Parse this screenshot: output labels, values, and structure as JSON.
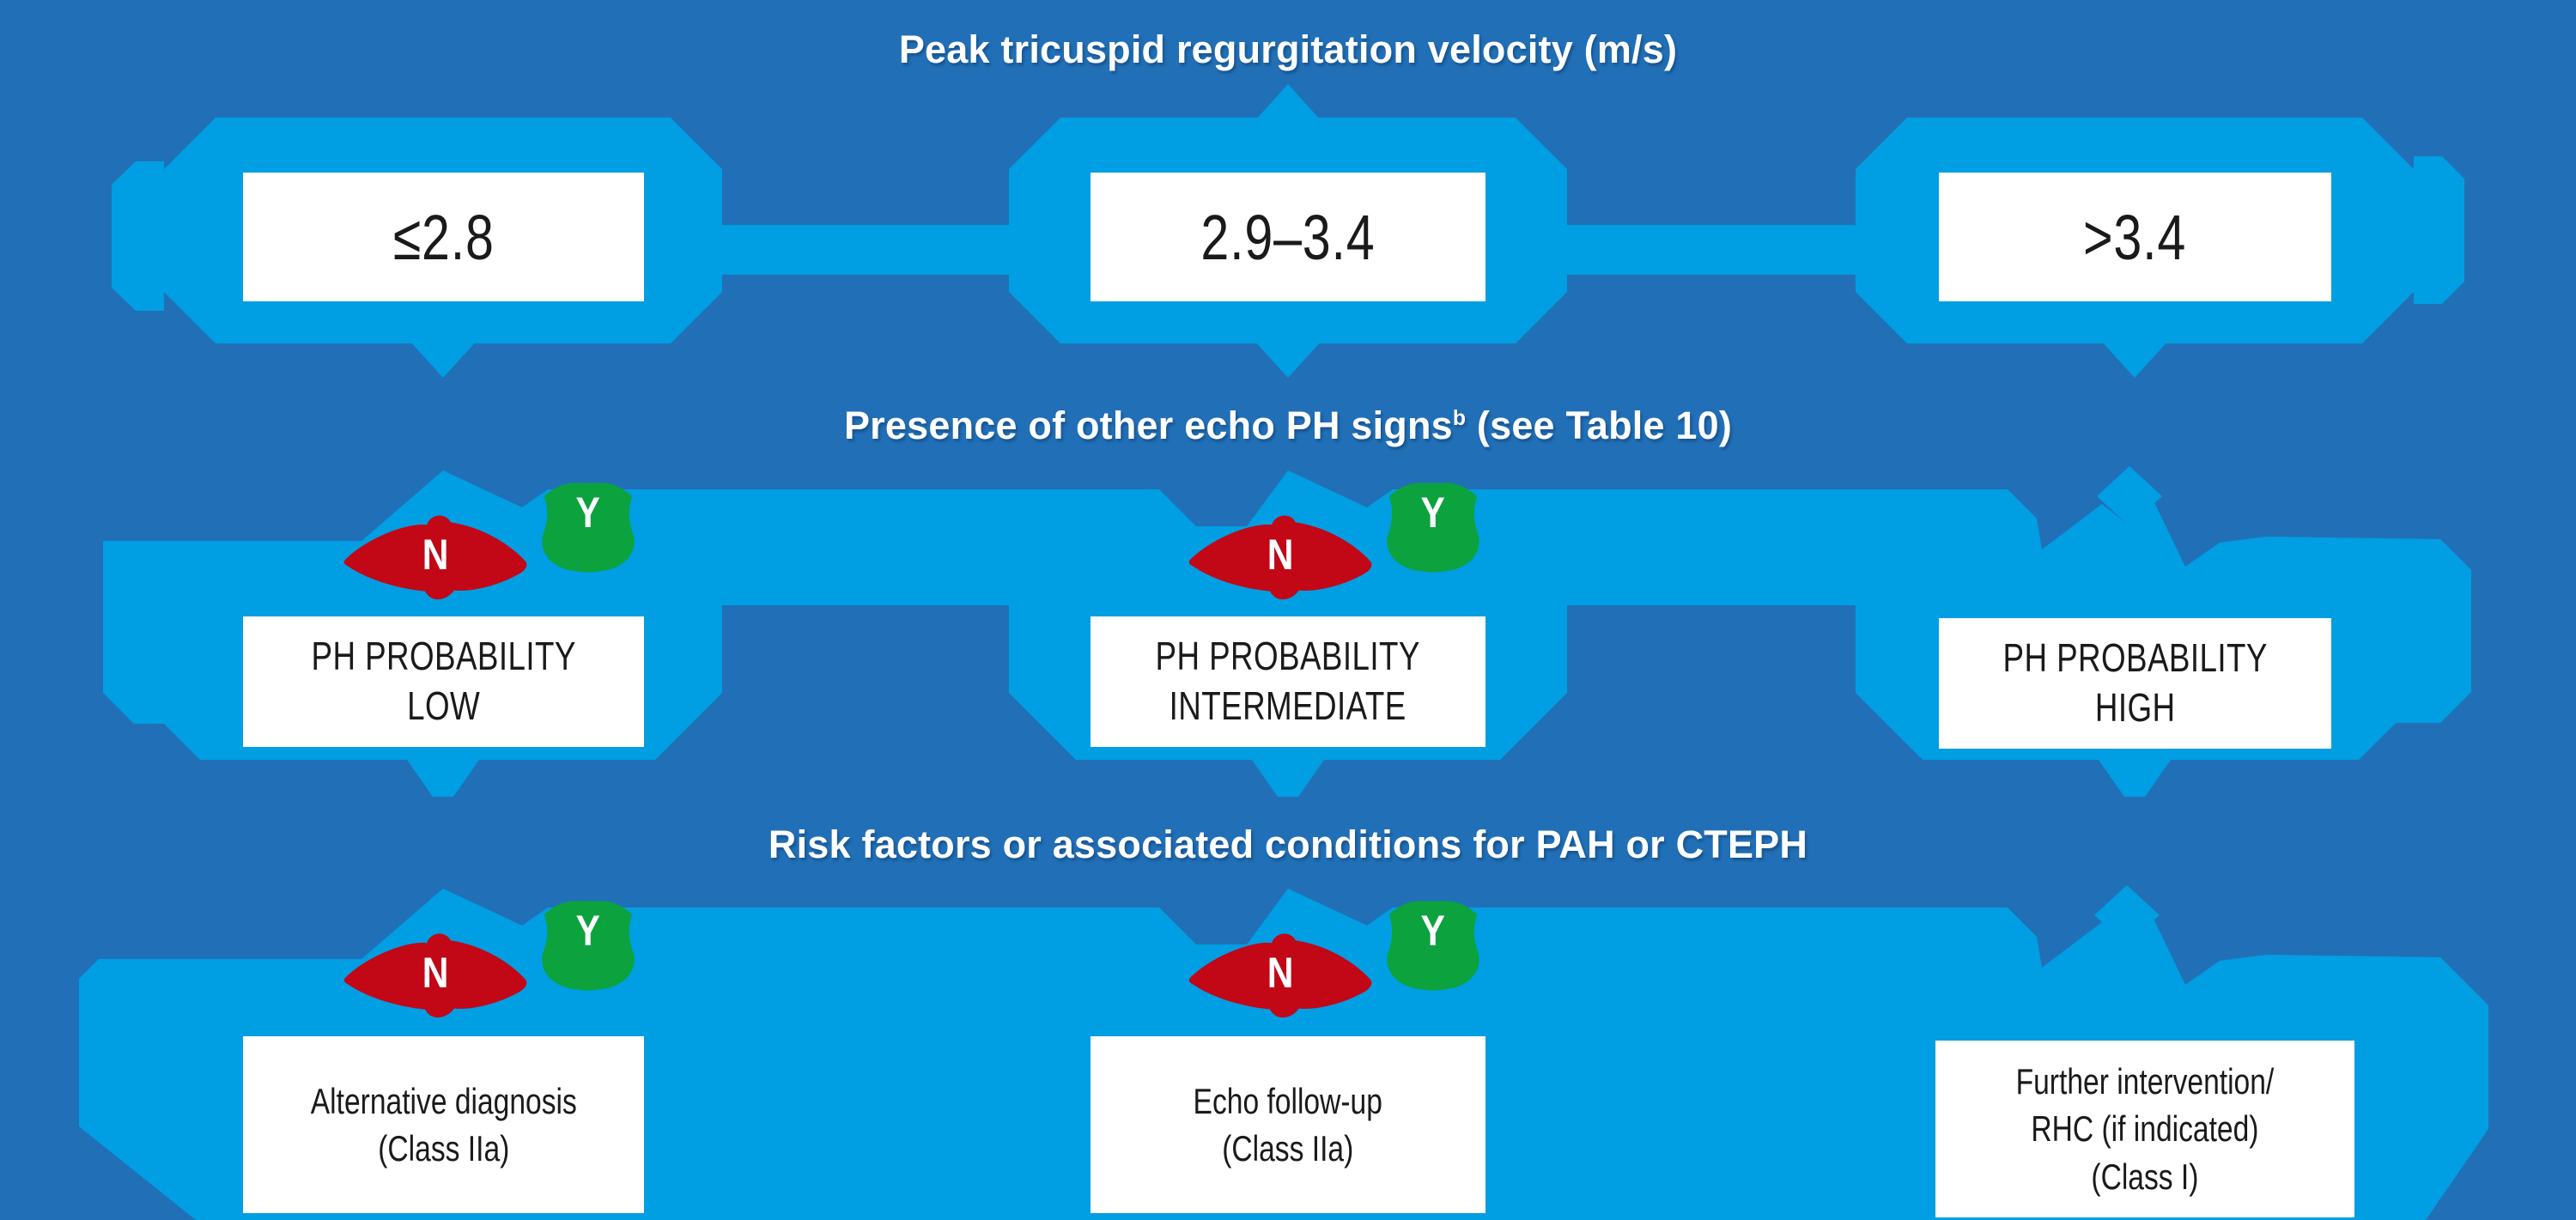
{
  "palette": {
    "background": "#2170b7",
    "flow": "#009ee2",
    "badge_no": "#c20717",
    "badge_yes": "#0ca23e",
    "box_bg": "#ffffff",
    "box_text": "#1a1a1a",
    "heading_text": "#ffffff"
  },
  "headings": {
    "velocity": "Peak tricuspid regurgitation velocity (m/s)",
    "echo_signs_main": "Presence of other echo PH signs",
    "echo_signs_sup": "b",
    "echo_signs_rest": " (see Table 10)",
    "risk_factors": "Risk factors or associated conditions for PAH or CTEPH"
  },
  "columns": [
    {
      "id": "low",
      "velocity": "≤2.8",
      "branch": "yes-no",
      "no_label": "N",
      "yes_label": "Y",
      "probability_line1": "PH PROBABILITY",
      "probability_line2": "LOW",
      "outcome_line1": "Alternative diagnosis",
      "outcome_line2": "(Class IIa)"
    },
    {
      "id": "intermediate",
      "velocity": "2.9–3.4",
      "branch": "yes-no",
      "no_label": "N",
      "yes_label": "Y",
      "probability_line1": "PH PROBABILITY",
      "probability_line2": "INTERMEDIATE",
      "outcome_line1": "Echo follow-up",
      "outcome_line2": "(Class IIa)"
    },
    {
      "id": "high",
      "velocity": ">3.4",
      "branch": "pass-through",
      "probability_line1": "PH PROBABILITY",
      "probability_line2": "HIGH",
      "outcome_line1": "Further intervention/",
      "outcome_line2": "RHC (if indicated)",
      "outcome_line3": "(Class I)"
    }
  ]
}
